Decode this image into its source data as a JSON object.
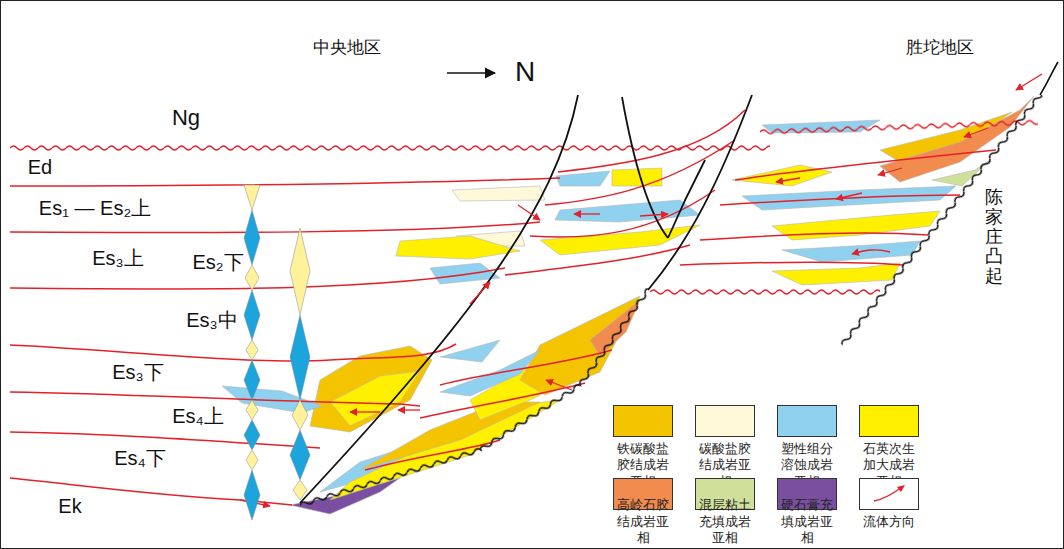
{
  "diagram": {
    "labels": [
      "中央地区",
      "胜坨地区",
      "N",
      "Ng",
      "Ed",
      "Es₁ — Es₂上",
      "Es₃上",
      "Es₂下",
      "Es₃中",
      "Es₃下",
      "Es₄上",
      "Es₄下",
      "Ek",
      "陈家庄凸起"
    ],
    "legend": [
      {
        "text": "铁碳酸盐胶结成岩亚相",
        "color": "#f5c400"
      },
      {
        "text": "碳酸盐胶结成岩亚相",
        "color": "#fff9d9"
      },
      {
        "text": "塑性组分溶蚀成岩亚相",
        "color": "#8fd1ef"
      },
      {
        "text": "石英次生加大成岩亚相",
        "color": "#fff000"
      },
      {
        "text": "高岭石胶结成岩亚相",
        "color": "#f28c4e"
      },
      {
        "text": "混层粘土充填成岩亚相",
        "color": "#cfe09a"
      },
      {
        "text": "硬石膏充填成岩亚相",
        "color": "#7a4fa0"
      },
      {
        "text": "流体方向"
      }
    ]
  }
}
